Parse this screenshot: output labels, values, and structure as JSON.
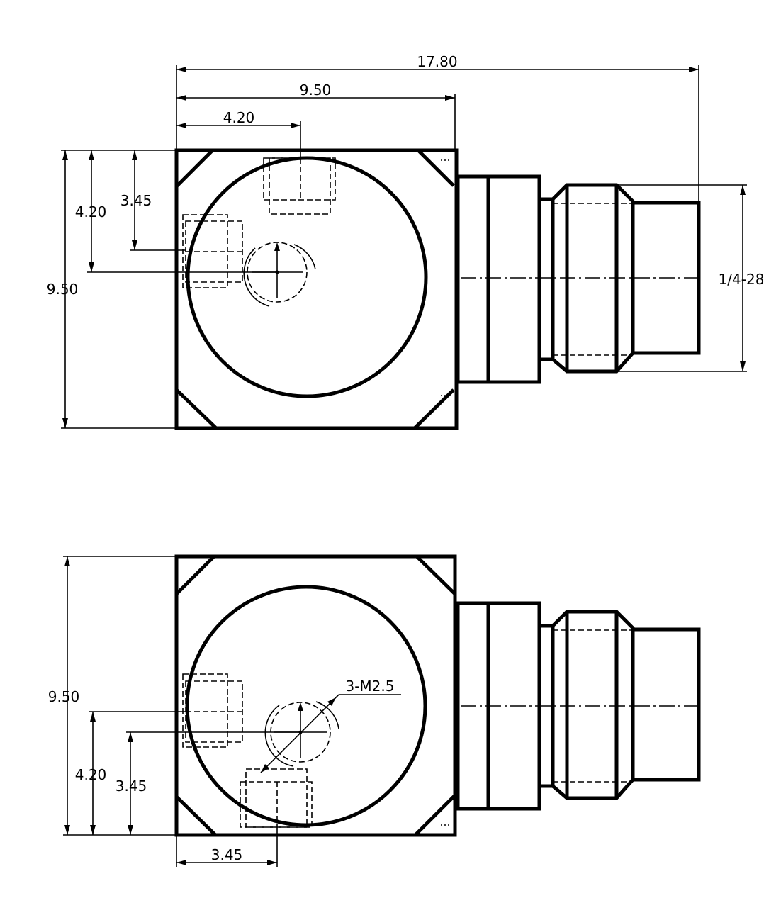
{
  "top_view": {
    "dim_overall_length": "17.80",
    "dim_body_width": "9.50",
    "dim_hole_offset_x": "4.20",
    "dim_body_height": "9.50",
    "dim_hole_offset_y": "4.20",
    "dim_hole_offset_y2": "3.45",
    "thread_label": "1/4-28"
  },
  "bottom_view": {
    "dim_body_height": "9.50",
    "dim_hole_offset_y": "4.20",
    "dim_hole_offset_y2": "3.45",
    "dim_hole_offset_x": "3.45",
    "hole_callout": "3-M2.5"
  }
}
